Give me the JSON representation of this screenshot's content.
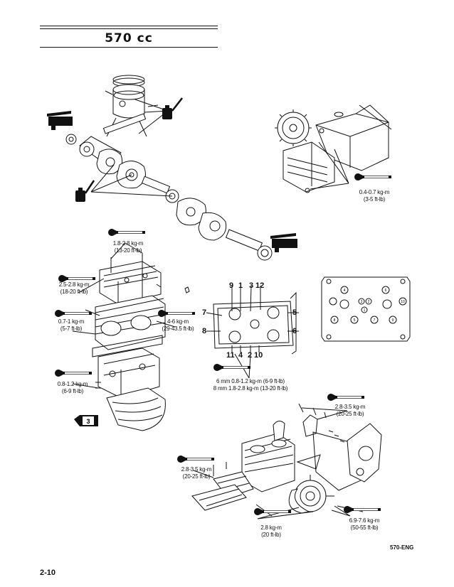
{
  "page": {
    "title": "570 cc",
    "figure_code": "570-ENG",
    "page_number": "2-10",
    "special_tool_number": "3"
  },
  "torque_labels": [
    {
      "id": "cyl-head-top",
      "line1": "1.8-2.8 kg-m",
      "line2": "(13-20 ft-lb)"
    },
    {
      "id": "head-left",
      "line1": "2.5-2.8 kg-m",
      "line2": "(18-20 ft-lb)"
    },
    {
      "id": "cyl-left",
      "line1": "0.7-1 kg-m",
      "line2": "(5-7 ft-lb)"
    },
    {
      "id": "cyl-right",
      "line1": "4-6 kg-m",
      "line2": "(29-43.5 ft-lb)"
    },
    {
      "id": "crankcase-left",
      "line1": "0.8-1.2 kg-m",
      "line2": "(6-9 ft-lb)"
    },
    {
      "id": "recoil-cover",
      "line1": "0.4-0.7 kg-m",
      "line2": "(3-5 ft-lb)"
    },
    {
      "id": "sequence",
      "line1": "6 mm 0.8-1.2 kg-m (6-9 ft-lb)",
      "line2": "8 mm 1.8-2.8 kg-m (13-20 ft-lb)"
    },
    {
      "id": "mount-top",
      "line1": "2.8-3.5 kg-m",
      "line2": "(20-25 ft-lb)"
    },
    {
      "id": "mount-left",
      "line1": "2.8-3.5 kg-m",
      "line2": "(20-25 ft-lb)"
    },
    {
      "id": "mount-bottom",
      "line1": "2.8 kg-m",
      "line2": "(20 ft-lb)"
    },
    {
      "id": "flywheel",
      "line1": "6.9-7.6 kg-m",
      "line2": "(50-55 ft-lb)"
    }
  ],
  "tightening_sequence": {
    "top": [
      "9",
      "1",
      "3",
      "12"
    ],
    "left": [
      "7",
      "8"
    ],
    "right": [
      "5",
      "6"
    ],
    "bottom": [
      "11",
      "4",
      "2",
      "10"
    ]
  },
  "head_sequence": [
    "4",
    "6",
    "3",
    "2",
    "1",
    "10",
    "8",
    "5",
    "7",
    "9"
  ],
  "icons": {
    "torque": "wrench-icon",
    "oil": "oil-can-icon",
    "grease": "grease-gun-icon"
  }
}
